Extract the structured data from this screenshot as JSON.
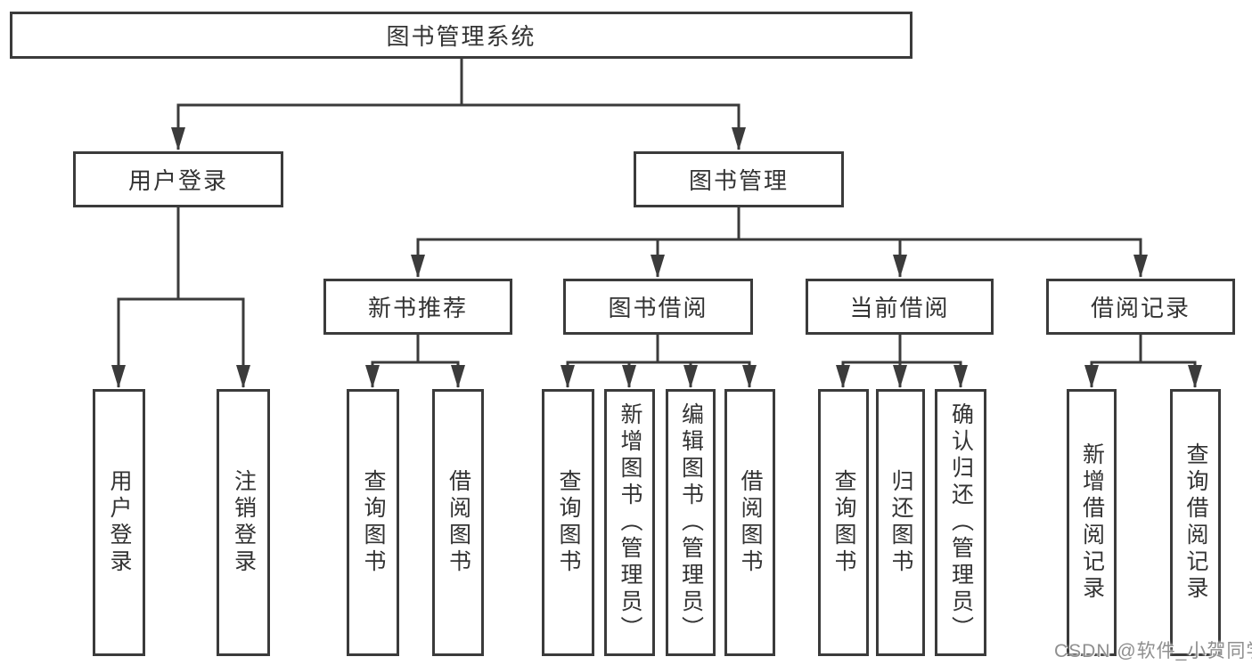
{
  "diagram": {
    "title": "图书管理系统",
    "colors": {
      "line": "#3b3b3b",
      "border": "#3b3b3b",
      "text": "#333333",
      "background": "#ffffff",
      "watermark_text": "#8f8f8f"
    },
    "watermark": "CSDN @软件_小贺同学",
    "nodes": {
      "root": "图书管理系统",
      "user_login": "用户登录",
      "book_management": "图书管理",
      "new_book_recommend": "新书推荐",
      "book_borrowing": "图书借阅",
      "current_borrowing": "当前借阅",
      "borrowing_records": "借阅记录",
      "leaf_user_login": "用户登录",
      "leaf_logout": "注销登录",
      "leaf_query_books_recommend": "查询图书",
      "leaf_borrow_books_recommend": "借阅图书",
      "leaf_query_books_borrowing": "查询图书",
      "leaf_add_books_admin": "新增图书（管理员）",
      "leaf_edit_books_admin": "编辑图书（管理员）",
      "leaf_borrow_books_borrowing": "借阅图书",
      "leaf_query_books_current": "查询图书",
      "leaf_return_books": "归还图书",
      "leaf_confirm_return_admin": "确认归还（管理员）",
      "leaf_add_borrow_record": "新增借阅记录",
      "leaf_query_borrow_record": "查询借阅记录"
    }
  }
}
